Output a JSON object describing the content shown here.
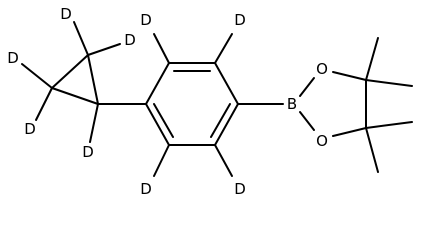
{
  "molecule": {
    "atoms": {
      "d_cp_top_left": "D",
      "d_cp_top_right": "D",
      "d_cp_left": "D",
      "d_cp_bottom_left": "D",
      "d_cp_ch": "D",
      "d_ring_top_left": "D",
      "d_ring_top_right": "D",
      "d_ring_bottom_left": "D",
      "d_ring_bottom_right": "D",
      "boron": "B",
      "oxygen_top": "O",
      "oxygen_bottom": "O"
    }
  }
}
